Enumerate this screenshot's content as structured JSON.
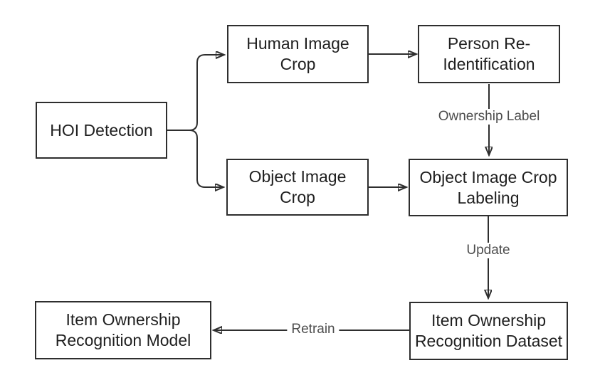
{
  "diagram": {
    "type": "flowchart",
    "background_color": "#ffffff",
    "stroke_color": "#2e2e2e",
    "node_text_color": "#1f1f1f",
    "edge_label_color": "#4d4d4d",
    "nodes": {
      "hoi": {
        "label": "HOI Detection",
        "lines": [
          "HOI Detection"
        ]
      },
      "human_crop": {
        "label": "Human Image Crop",
        "lines": [
          "Human Image",
          "Crop"
        ]
      },
      "person_reid": {
        "label": "Person Re-Identification",
        "lines": [
          "Person Re-",
          "Identification"
        ]
      },
      "object_crop": {
        "label": "Object Image Crop",
        "lines": [
          "Object Image",
          "Crop"
        ]
      },
      "object_labeling": {
        "label": "Object Image Crop Labeling",
        "lines": [
          "Object Image Crop",
          "Labeling"
        ]
      },
      "dataset": {
        "label": "Item Ownership Recognition Dataset",
        "lines": [
          "Item Ownership",
          "Recognition Dataset"
        ]
      },
      "model": {
        "label": "Item Ownership Recognition Model",
        "lines": [
          "Item Ownership",
          "Recognition Model"
        ]
      }
    },
    "edge_labels": {
      "ownership": "Ownership Label",
      "update": "Update",
      "retrain": "Retrain"
    }
  }
}
